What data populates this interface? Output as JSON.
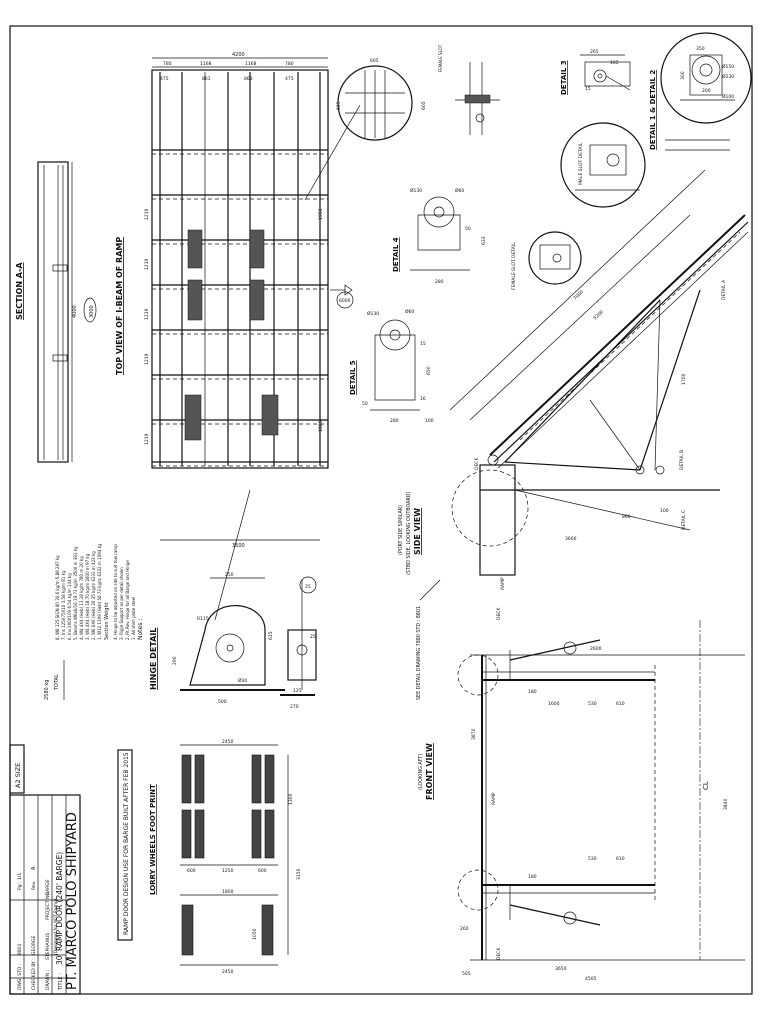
{
  "title_block": {
    "company": "PT. MARCO POLO SHIPYARD",
    "title_label": "TITLE :",
    "title": "30' RAMP DOOR (240' BARGE)",
    "subtitle": "(Designed for 90T Ramp)",
    "drawn_label": "DRAWN :",
    "drawn_by": "STEPHANUS",
    "checked_label": "CHECKED BY :",
    "checked_by": "GEORGE",
    "project_label": "PROJECT NO.",
    "project": "BARGE",
    "dwg_label": "DWG. STD :",
    "dwg": "8801",
    "rev_label": "Rev.",
    "rev": "A",
    "sheet_label": "Pg : 1/1",
    "size": "A2 SIZE"
  },
  "notes": {
    "banner": "RAMP DOOR DESIGN USE FOR BARGE BUILT AFTER FEB 2015",
    "header": "Notes :",
    "lines": [
      "1. All shim plate steel",
      "2. Fit Rev. Hinge for all Barge and Hinge",
      "3. Rigid Support as per detail shown",
      "4. Hinge to be adjusted on site to suit tow ramp"
    ],
    "weight_header": "Section Weight",
    "weights": [
      "1. W12 13X9 (Heb)    56.73 kg/m    6232 m    1094 kg",
      "2. W6 6X6 (Heb)      20.35 kg/m    6232 m     423 kg",
      "3. W4 4X4 (Heb)      18.70 kg/m    2600 m      97 kg",
      "4. W4 4X4 (Heb)      13.18 kg/m     780 m      20 kg",
      "5. Beams W6x6/16     19.73 kg/m    3500 m     391 kg",
      "6. Ins 200X100         6.54 kg/m               144 kg",
      "7. Ins 125X75X10       3.58 kg/m               81 kg",
      "8. W8 125 SIGN 80      30.6 kg/m     5.88      287 kg"
    ],
    "total_label": "TOTAL",
    "total": "2580 kg"
  },
  "labels": {
    "top_view": "TOP VIEW OF I-BEAM OF RAMP",
    "section_aa": "SECTION A-A",
    "hinge_detail": "HINGE DETAIL",
    "lorry": "LORRY WHEELS FOOT PRINT",
    "side_view": "SIDE VIEW",
    "side_view_sub1": "(STBD SIDE, LOOKING OUTBOARD)",
    "side_view_sub2": "(PORT SIDE SIMILAR)",
    "front_view": "FRONT VIEW",
    "front_view_sub": "(LOOKING AFT)",
    "see_detail": "SEE DETAIL DRAWING 7880 STD : 8801",
    "detail_1_2": "DETAIL 1 & DETAIL 2",
    "detail_3": "DETAIL 3",
    "detail_4": "DETAIL 4",
    "detail_5": "DETAIL 5",
    "female_slot": "FEMALE SLOT DETAIL",
    "male_slot": "MALE SLOT DETAIL",
    "deck": "DECK",
    "ramp": "RAMP",
    "cl": "CL",
    "detail_a": "DETAIL A",
    "detail_b": "DETAIL B",
    "detail_c": "DETAIL C"
  },
  "dimensions": {
    "top_overall": "4200",
    "top_split": [
      "780",
      "1168",
      "1168",
      "780"
    ],
    "top_inner": [
      "475",
      "863",
      "863",
      "475"
    ],
    "top_width": "3500",
    "top_rows": [
      "1219",
      "1219",
      "1219",
      "1219",
      "1219"
    ],
    "top_side_a": "1550",
    "top_side_b": "1865",
    "section_width": "4000",
    "section_mid": "3000",
    "hinge": [
      "250",
      "290",
      "500",
      "615",
      "R115",
      "Ø30",
      "125",
      "270",
      "25",
      "25"
    ],
    "lorry": [
      "2450",
      "600",
      "1250",
      "600",
      "1300",
      "3150",
      "1800",
      "1050",
      "2450"
    ],
    "detail_a": [
      "605",
      "525",
      "605"
    ],
    "detail_1": [
      "350",
      "300",
      "200",
      "Ø100",
      "Ø230",
      "Ø150"
    ],
    "detail_3": [
      "265",
      "165",
      "15"
    ],
    "detail_4": [
      "Ø130",
      "Ø60",
      "50",
      "280",
      "633"
    ],
    "detail_5": [
      "Ø130",
      "Ø60",
      "50",
      "280",
      "100",
      "650",
      "15",
      "16"
    ],
    "front": [
      "4505",
      "3650",
      "505",
      "260",
      "3870",
      "180",
      "1600",
      "530",
      "610",
      "2600",
      "3840"
    ],
    "side": [
      "7000",
      "5200",
      "3600",
      "860",
      "100",
      "1700"
    ]
  }
}
